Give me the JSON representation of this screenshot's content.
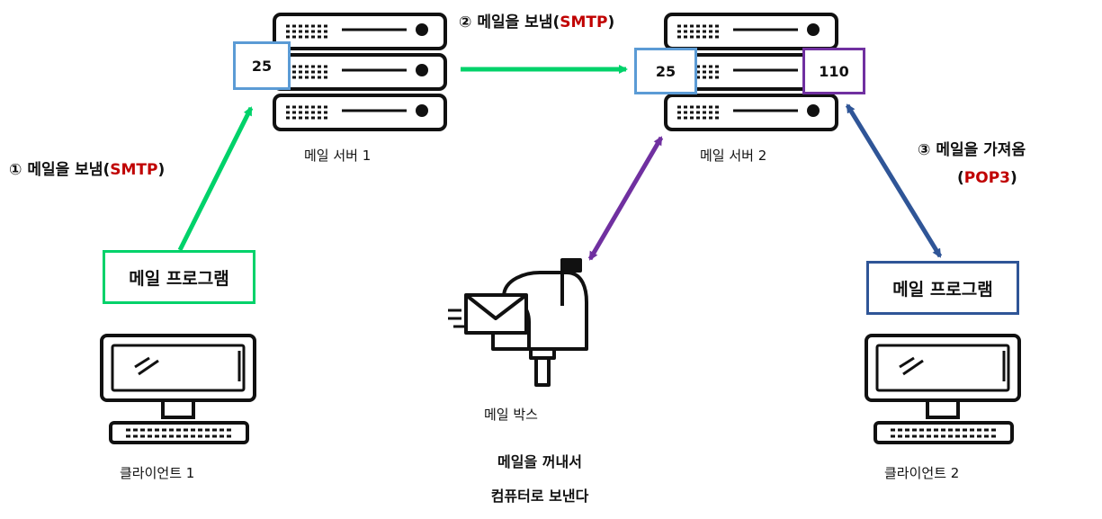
{
  "steps": {
    "step1": {
      "num": "①",
      "text": "메일을 보냄",
      "paren_open": "(",
      "proto": "SMTP",
      "paren_close": ")"
    },
    "step2": {
      "num": "②",
      "text": "메일을 보냄",
      "paren_open": "(",
      "proto": "SMTP",
      "paren_close": ")"
    },
    "step3": {
      "num": "③",
      "text": "메일을 가져옴",
      "paren_open": "(",
      "proto": "POP3",
      "paren_close": ")"
    }
  },
  "server1": {
    "label": "메일 서버 1",
    "port": "25"
  },
  "server2": {
    "label": "메일 서버 2",
    "port_smtp": "25",
    "port_pop": "110"
  },
  "client1": {
    "label": "클라이언트 1",
    "program": "메일 프로그램"
  },
  "client2": {
    "label": "클라이언트 2",
    "program": "메일 프로그램"
  },
  "mailbox": {
    "label": "메일 박스",
    "note_line1": "메일을 꺼내서",
    "note_line2": "컴퓨터로 보낸다"
  },
  "colors": {
    "green": "#00d26a",
    "purple": "#7030a0",
    "navy": "#2f5597",
    "blue": "#5b9bd5",
    "red": "#c00000"
  }
}
